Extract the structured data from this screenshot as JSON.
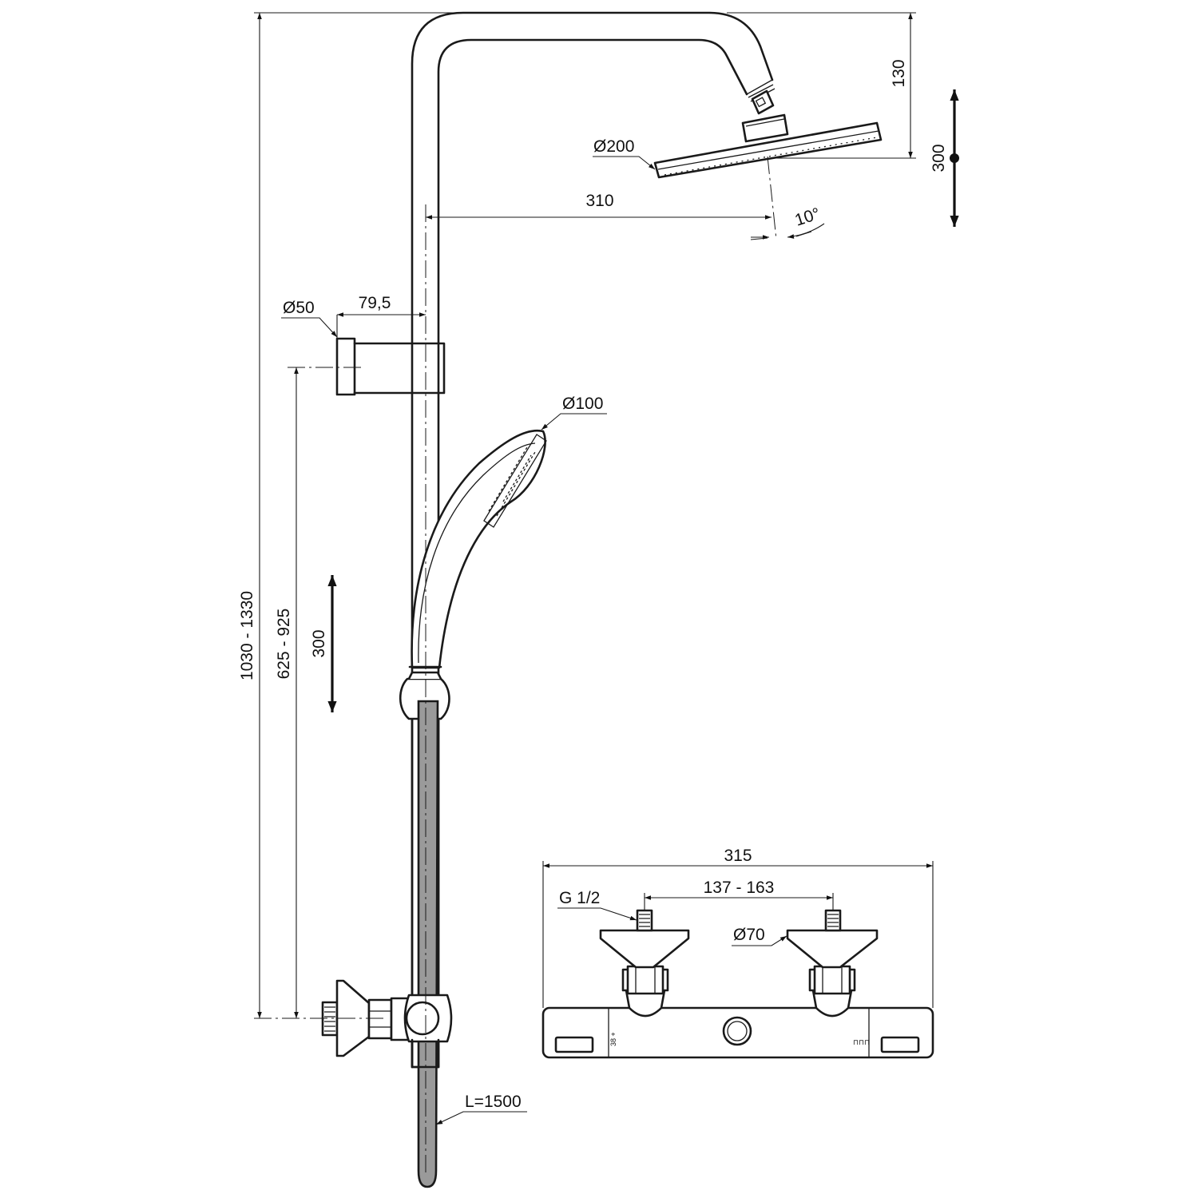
{
  "dimensions": {
    "overall_height": "1030 - 1330",
    "bar_height": "625 - 925",
    "slider_travel": "300",
    "head_drop": "130",
    "head_adjust": "300",
    "arm_projection": "310",
    "tilt_angle": "10°",
    "head_diameter": "Ø200",
    "bracket_offset": "79,5",
    "bracket_diameter": "Ø50",
    "handshower_diameter": "Ø100",
    "hose_length": "L=1500",
    "mixer_width": "315",
    "inlet_centres": "137 - 163",
    "inlet_thread": "G 1/2",
    "escutcheon_diameter": "Ø70"
  },
  "colors": {
    "line": "#1a1a1a",
    "hose": "#9a9a9a",
    "background": "#ffffff"
  }
}
